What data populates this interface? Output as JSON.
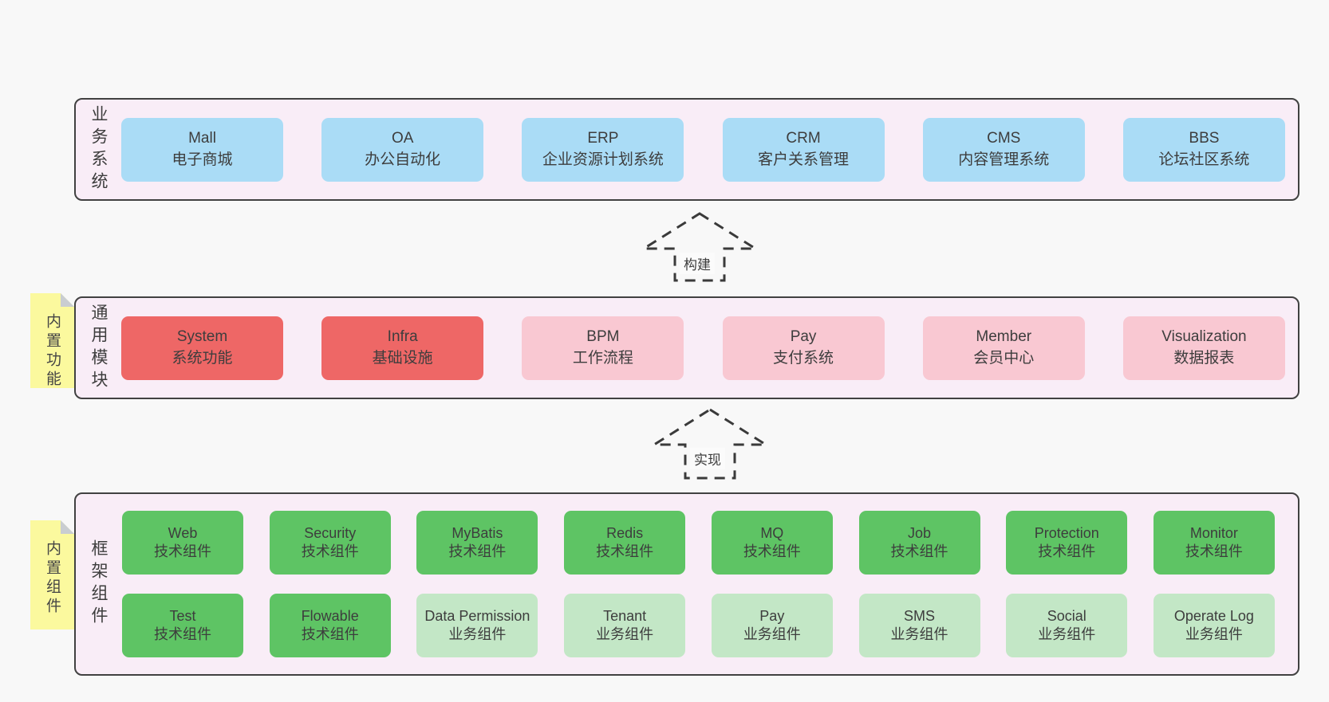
{
  "colors": {
    "page_background": "#f8f8f8",
    "layer_background": "#f9edf7",
    "layer_border": "#414141",
    "blue_box": "#aadcf6",
    "red_box": "#ee6766",
    "pink_box": "#f9c8d2",
    "green_dark_box": "#5ec464",
    "green_light_box": "#c3e7c6",
    "sticky_yellow": "#fbf99e",
    "sticky_fold_gray": "#c9cdd1",
    "text": "#3d3d3d"
  },
  "arrows": [
    {
      "label": "构建"
    },
    {
      "label": "实现"
    }
  ],
  "layers": [
    {
      "id": "business-systems",
      "label": "业务系统",
      "items": [
        {
          "name": "Mall",
          "desc": "电子商城",
          "type": "blue"
        },
        {
          "name": "OA",
          "desc": "办公自动化",
          "type": "blue"
        },
        {
          "name": "ERP",
          "desc": "企业资源计划系统",
          "type": "blue"
        },
        {
          "name": "CRM",
          "desc": "客户关系管理",
          "type": "blue"
        },
        {
          "name": "CMS",
          "desc": "内容管理系统",
          "type": "blue"
        },
        {
          "name": "BBS",
          "desc": "论坛社区系统",
          "type": "blue"
        }
      ]
    },
    {
      "id": "common-modules",
      "label": "通用模块",
      "sticky": "内置功能",
      "items": [
        {
          "name": "System",
          "desc": "系统功能",
          "type": "red"
        },
        {
          "name": "Infra",
          "desc": "基础设施",
          "type": "red"
        },
        {
          "name": "BPM",
          "desc": "工作流程",
          "type": "pink"
        },
        {
          "name": "Pay",
          "desc": "支付系统",
          "type": "pink"
        },
        {
          "name": "Member",
          "desc": "会员中心",
          "type": "pink"
        },
        {
          "name": "Visualization",
          "desc": "数据报表",
          "type": "pink"
        }
      ]
    },
    {
      "id": "framework-components",
      "label": "框架组件",
      "sticky": "内置组件",
      "rows": [
        [
          {
            "name": "Web",
            "desc": "技术组件",
            "type": "green-dark"
          },
          {
            "name": "Security",
            "desc": "技术组件",
            "type": "green-dark"
          },
          {
            "name": "MyBatis",
            "desc": "技术组件",
            "type": "green-dark"
          },
          {
            "name": "Redis",
            "desc": "技术组件",
            "type": "green-dark"
          },
          {
            "name": "MQ",
            "desc": "技术组件",
            "type": "green-dark"
          },
          {
            "name": "Job",
            "desc": "技术组件",
            "type": "green-dark"
          },
          {
            "name": "Protection",
            "desc": "技术组件",
            "type": "green-dark"
          },
          {
            "name": "Monitor",
            "desc": "技术组件",
            "type": "green-dark"
          }
        ],
        [
          {
            "name": "Test",
            "desc": "技术组件",
            "type": "green-dark"
          },
          {
            "name": "Flowable",
            "desc": "技术组件",
            "type": "green-dark"
          },
          {
            "name": "Data Permission",
            "desc": "业务组件",
            "type": "green-light"
          },
          {
            "name": "Tenant",
            "desc": "业务组件",
            "type": "green-light"
          },
          {
            "name": "Pay",
            "desc": "业务组件",
            "type": "green-light"
          },
          {
            "name": "SMS",
            "desc": "业务组件",
            "type": "green-light"
          },
          {
            "name": "Social",
            "desc": "业务组件",
            "type": "green-light"
          },
          {
            "name": "Operate Log",
            "desc": "业务组件",
            "type": "green-light"
          }
        ]
      ]
    }
  ]
}
